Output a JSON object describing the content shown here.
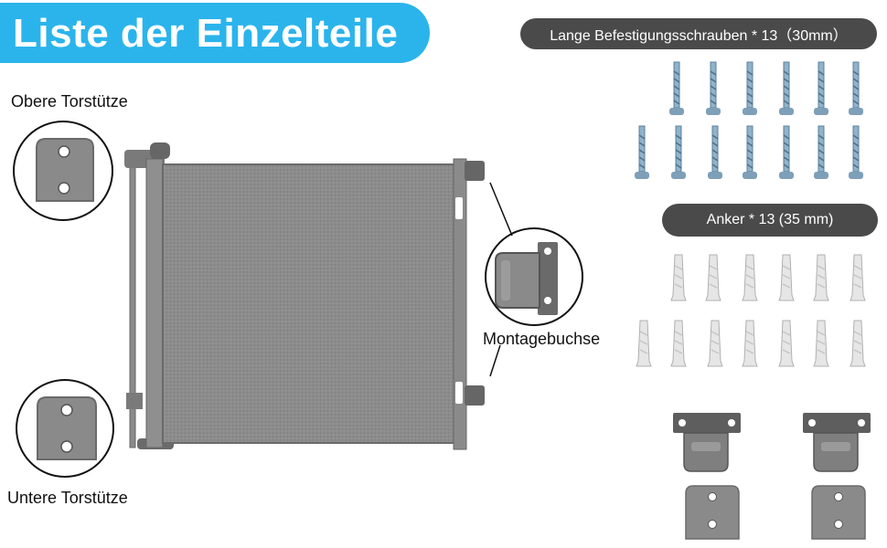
{
  "header": {
    "title": "Liste der Einzelteile"
  },
  "parts": {
    "screws_label": "Lange Befestigungsschrauben * 13（30mm）",
    "anchors_label": "Anker * 13 (35 mm)"
  },
  "callouts": {
    "upper_support": "Obere Torstütze",
    "mount_socket": "Montagebuchse",
    "lower_support": "Untere Torstütze"
  },
  "colors": {
    "accent": "#2bb4ec",
    "pill": "#4a4a4a",
    "part_grey": "#8a8a8a",
    "screw_blue": "#8fb3cc"
  }
}
